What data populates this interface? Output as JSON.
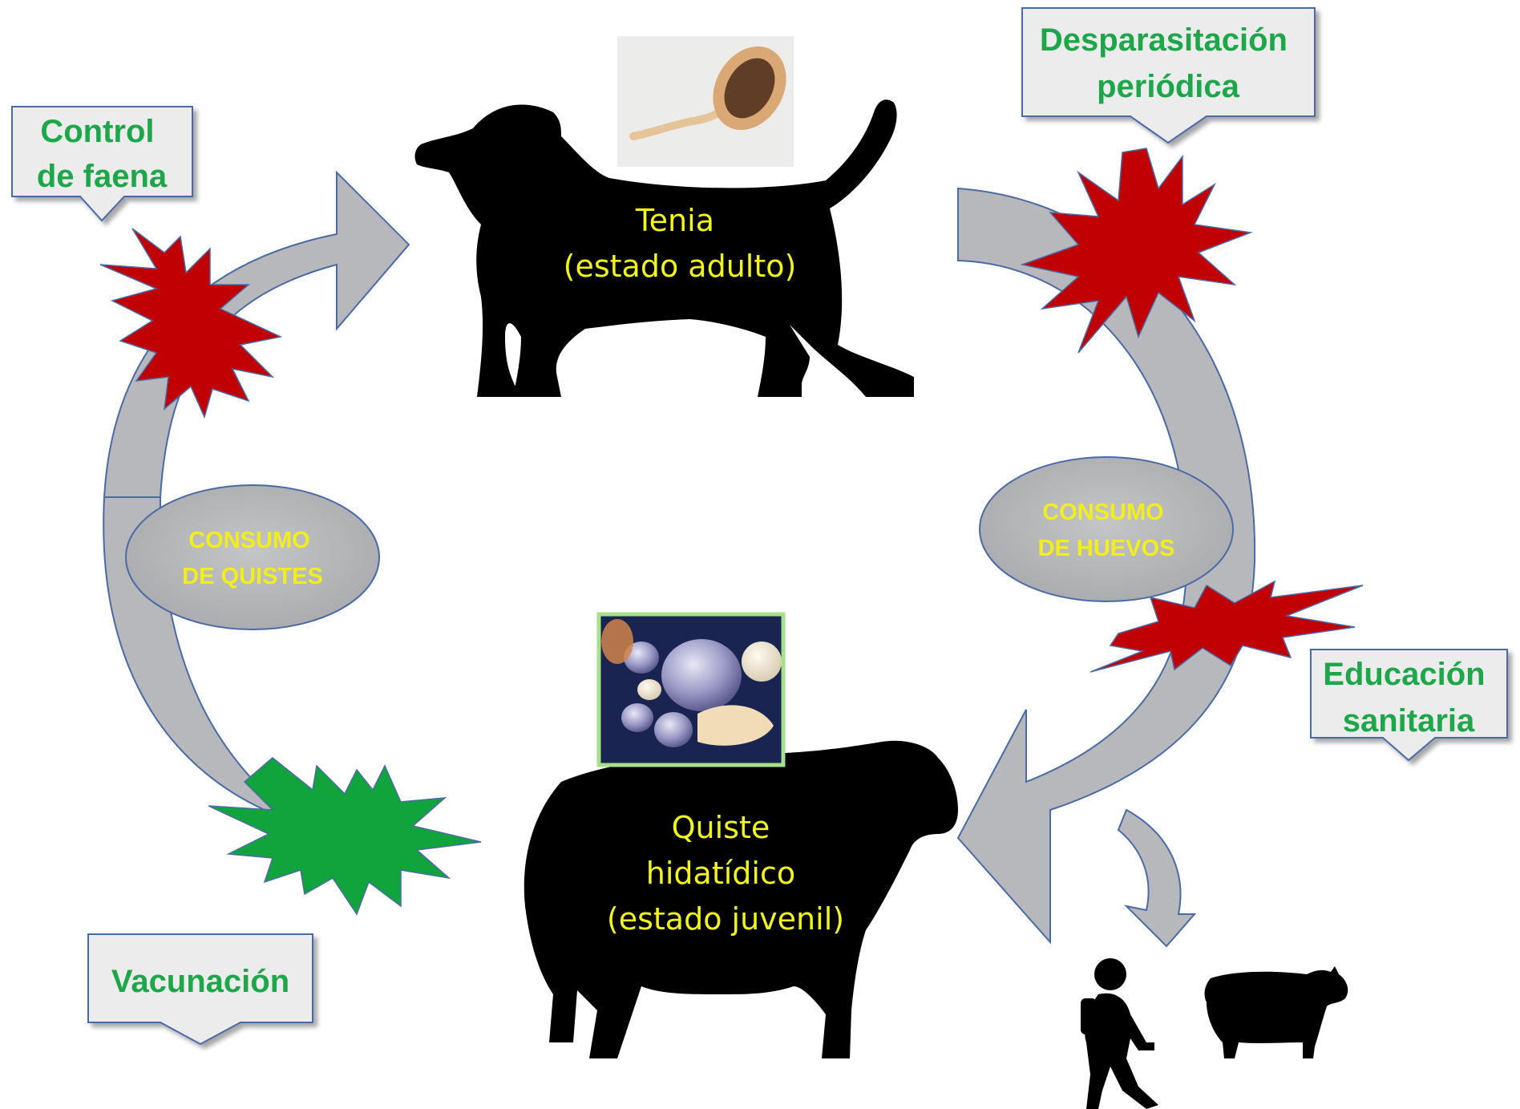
{
  "interventions": {
    "slaughter_control": [
      "Control",
      "de faena"
    ],
    "deworming": [
      "Desparasitación",
      "periódica"
    ],
    "health_education": [
      "Educación",
      "sanitaria"
    ],
    "vaccination": [
      "Vacunación"
    ]
  },
  "transmission": {
    "cyst_consumption": [
      "CONSUMO",
      "DE QUISTES"
    ],
    "egg_consumption": [
      "CONSUMO",
      "DE HUEVOS"
    ]
  },
  "hosts": {
    "definitive": [
      "Tenia",
      "(estado adulto)"
    ],
    "intermediate": [
      "Quiste",
      "hidatídico",
      "(estado juvenil)"
    ]
  },
  "colors": {
    "callout_text": "#1ea64a",
    "stage_text": "#f2f51c",
    "oval_text": "#f2ee1e",
    "arrow_fill": "#b7b8bb",
    "arrow_stroke": "#4a6aa6",
    "blocked_burst": "#c00000",
    "vaccine_burst": "#12a43c",
    "silhouette": "#000000"
  },
  "icons": [
    "dog-silhouette",
    "sheep-silhouette",
    "child-silhouette",
    "cow-silhouette",
    "tapeworm-photo",
    "hydatid-cyst-photo"
  ]
}
